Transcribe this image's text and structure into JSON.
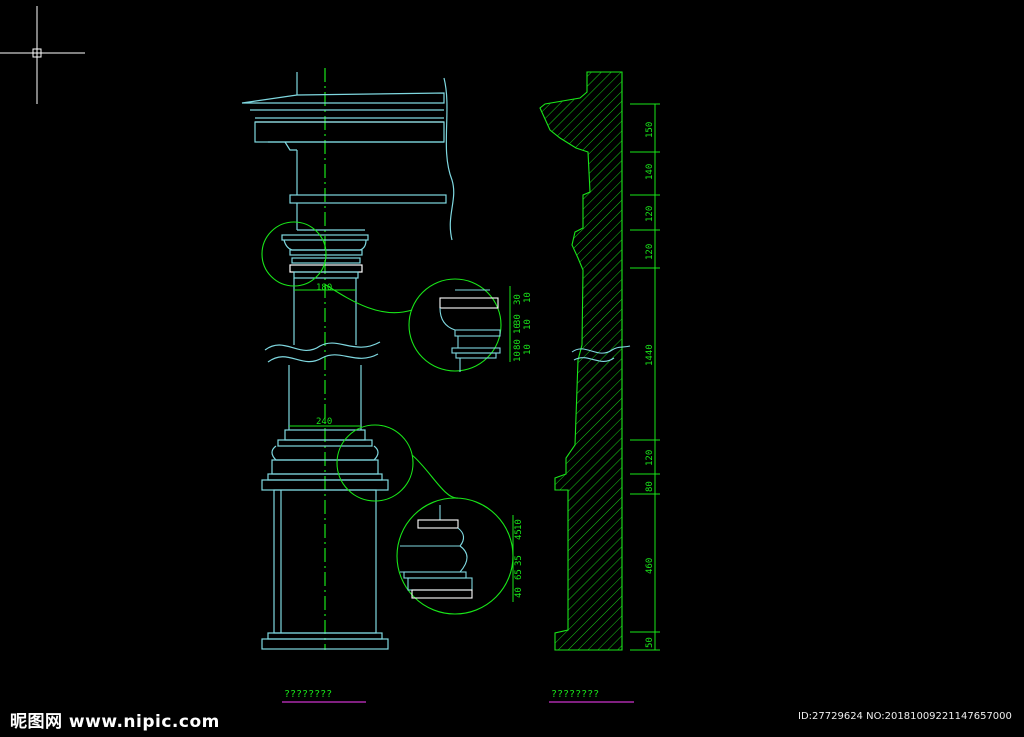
{
  "elevation": {
    "shaft_width_label": "180",
    "base_width_label": "240",
    "caption": "????????"
  },
  "section": {
    "caption": "????????",
    "dimensions": [
      "150",
      "140",
      "120",
      "120",
      "1440",
      "120",
      "80",
      "460",
      "50"
    ]
  },
  "detail_capital": {
    "dimensions": [
      "10",
      "30",
      "30",
      "10",
      "10",
      "80",
      "10",
      "10"
    ]
  },
  "detail_base": {
    "dimensions": [
      "45",
      "35",
      "65",
      "40",
      "10"
    ]
  },
  "watermark": {
    "site": "昵图网 www.nipic.com",
    "id_text": "ID:27729624 NO:20181009221147657000"
  },
  "colors": {
    "background": "#000000",
    "outline": "#7fd8e0",
    "dimension": "#19e619",
    "detail_circle": "#19e619",
    "caption_underline": "#cc33cc",
    "crosshair": "#ffffff"
  }
}
